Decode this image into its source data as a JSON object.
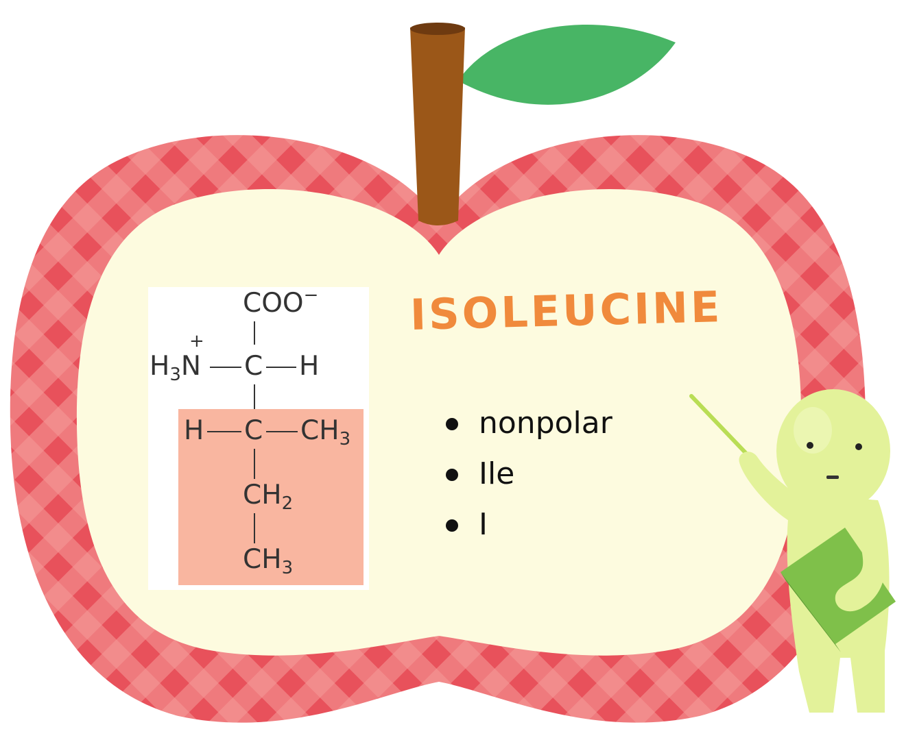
{
  "colors": {
    "apple_red": "#e8515b",
    "apple_check_light": "#f49a98",
    "apple_inner": "#fdfbdf",
    "stem": "#9b5718",
    "leaf": "#48b565",
    "title": "#f08a3c",
    "sidechain_highlight": "#f9b6a0",
    "figure": "#e3f29a"
  },
  "title": "ISOLEUCINE",
  "structure": {
    "top_group": "COO",
    "top_charge": "−",
    "amino_plus": "+",
    "amino": "H",
    "amino_sub": "3",
    "amino_n": "N",
    "alpha_c": "C",
    "alpha_h": "H",
    "beta_h": "H",
    "beta_c": "C",
    "methyl_1": "CH",
    "methyl_1_sub": "3",
    "methylene": "CH",
    "methylene_sub": "2",
    "methyl_2": "CH",
    "methyl_2_sub": "3"
  },
  "facts": [
    "nonpolar",
    "Ile",
    "I"
  ],
  "icons": {
    "apple": "apple-icon",
    "stem": "stem-icon",
    "leaf": "leaf-icon",
    "teacher": "teacher-figure-icon",
    "pointer": "pointer-stick-icon",
    "book": "book-icon"
  }
}
